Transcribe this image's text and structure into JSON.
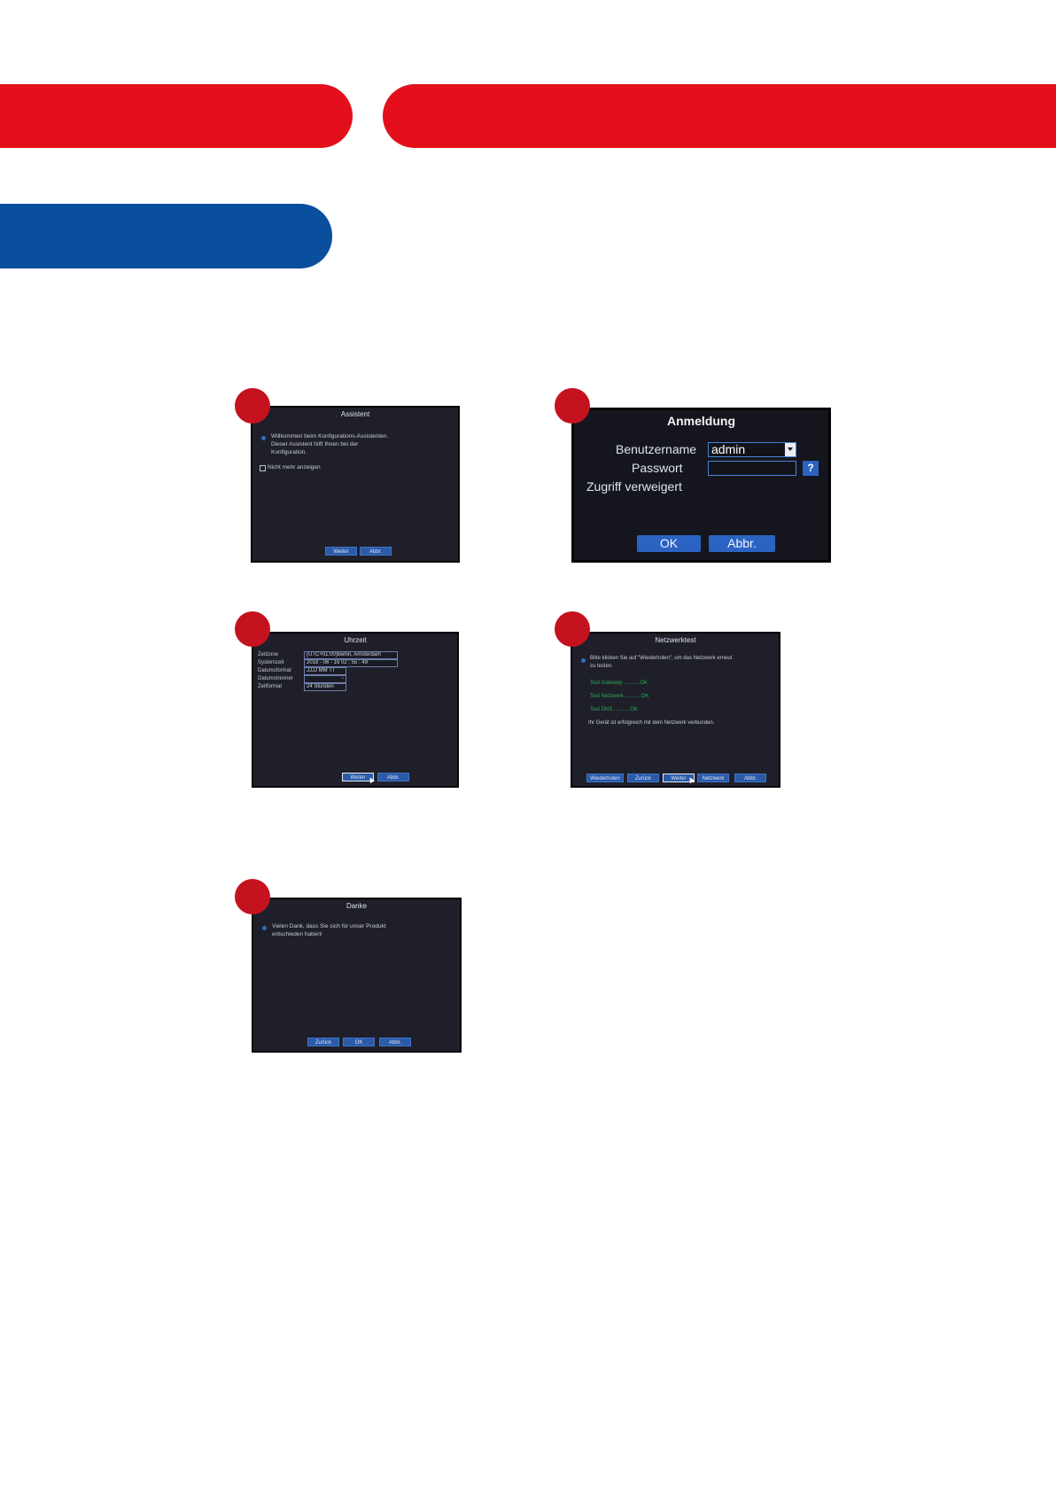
{
  "screens": {
    "assistant": {
      "title": "Assistent",
      "message_line1": "Willkommen beim Konfigurations-Assistenten.",
      "message_line2": "Dieser Assistent hilft Ihnen bei der",
      "message_line3": "Konfiguration.",
      "checkbox_label": "Nicht mehr anzeigen",
      "buttons": {
        "next": "Weiter",
        "cancel": "Abbr."
      }
    },
    "login": {
      "title": "Anmeldung",
      "username_label": "Benutzername",
      "username_value": "admin",
      "password_label": "Passwort",
      "password_value": "",
      "help_label": "?",
      "error_text": "Zugriff verweigert",
      "buttons": {
        "ok": "OK",
        "cancel": "Abbr."
      }
    },
    "clock": {
      "title": "Uhrzeit",
      "rows": [
        {
          "label": "Zeitzone",
          "value": "(UTC+01:00)Berlin, Amsterdam"
        },
        {
          "label": "Systemzeit",
          "value": "2018 - 06 - 16  02 : 55 : 49"
        },
        {
          "label": "Datumsformat",
          "value": "JJJJ MM TT"
        },
        {
          "label": "Datumstrenner",
          "value": "-"
        },
        {
          "label": "Zeitformat",
          "value": "24 Stunden"
        }
      ],
      "buttons": {
        "next": "Weiter",
        "cancel": "Abbr."
      }
    },
    "network": {
      "title": "Netzwerktest",
      "message_line1": "Bitte klicken Sie auf \"Wiederholen\", um das Netzwerk erneut",
      "message_line2": "zu testen.",
      "tests": [
        "Test Gateway ...........OK",
        "Test Netzwerk ...........OK",
        "Test DNS ...........OK"
      ],
      "result": "Ihr Gerät ist erfolgreich mit dem Netzwerk verbunden.",
      "buttons": {
        "retry": "Wiederholen",
        "back": "Zurück",
        "next": "Weiter",
        "network": "Netzwerk",
        "cancel": "Abbr."
      }
    },
    "thanks": {
      "title": "Danke",
      "message_line1": "Vielen Dank, dass Sie sich für unser Produkt",
      "message_line2": "entschieden haben!",
      "buttons": {
        "back": "Zurück",
        "ok": "OK",
        "cancel": "Abbr."
      }
    }
  },
  "colors": {
    "red": "#e3101c",
    "blue": "#0a4f9d",
    "badge": "#c5121f",
    "button": "#2b63c2"
  }
}
